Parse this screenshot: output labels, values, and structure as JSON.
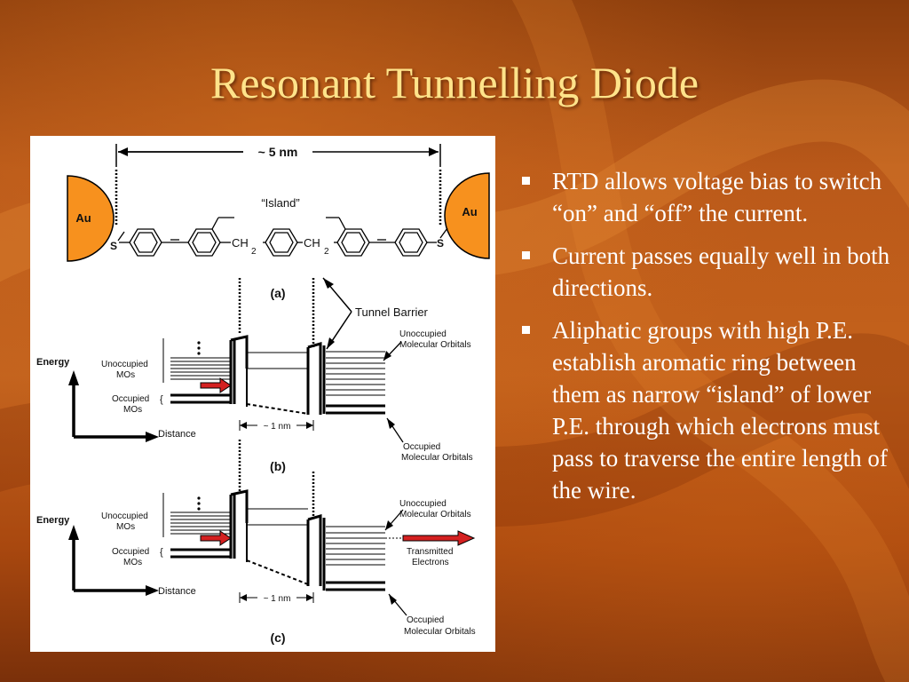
{
  "slide": {
    "title": "Resonant Tunnelling Diode",
    "bullets": [
      {
        "text": "RTD allows voltage bias to switch “on” and “off” the current."
      },
      {
        "text": "Current passes equally well in both directions."
      },
      {
        "text": "Aliphatic groups with high P.E. establish aromatic ring between them as narrow “island” of lower P.E. through which electrons must pass to traverse the entire length of the wire."
      }
    ]
  },
  "figure": {
    "width_label": "~ 5 nm",
    "island_label": "“Island”",
    "au_left": "Au",
    "au_right": "Au",
    "s_left": "S",
    "s_right": "S",
    "ch2_left": "CH",
    "ch2_left_sub": "2",
    "ch2_right": "CH",
    "ch2_right_sub": "2",
    "panel_a": "(a)",
    "panel_b": "(b)",
    "panel_c": "(c)",
    "tunnel_barrier": "Tunnel Barrier",
    "energy": "Energy",
    "distance": "Distance",
    "unocc_mos_1": "Unoccupied",
    "unocc_mos_2": "MOs",
    "occ_mos_1": "Occupied",
    "occ_mos_2": "MOs",
    "unocc_orb_1": "Unoccupied",
    "unocc_orb_2": "Molecular Orbitals",
    "occ_orb_1": "Occupied",
    "occ_orb_2": "Molecular Orbitals",
    "one_nm": "~ 1 nm",
    "transmitted_1": "Transmitted",
    "transmitted_2": "Electrons",
    "electrode_color": "#f7911e",
    "arrow_color": "#d42020"
  }
}
